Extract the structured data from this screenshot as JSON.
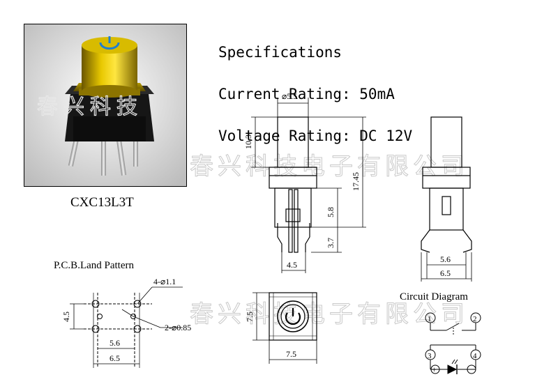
{
  "specs": {
    "title": "Specifications",
    "current": "Current Rating: 50mA",
    "voltage": "Voltage Rating: DC 12V"
  },
  "product": {
    "model": "CXC13L3T",
    "photo_watermark": "春兴科技"
  },
  "watermark": "春兴科技电子有限公司",
  "side_view": {
    "dia_top": "⌀5.5",
    "h_cap": "10.3",
    "h_total": "17.45",
    "h_pin_upper": "5.8",
    "h_pin_lower": "3.7",
    "w_base": "4.5"
  },
  "front_view": {
    "w_inner": "5.6",
    "w_outer": "6.5"
  },
  "pcb": {
    "title": "P.C.B.Land Pattern",
    "holes_large": "4-⌀1.1",
    "holes_small": "2-⌀0.85",
    "h": "4.5",
    "w_inner": "5.6",
    "w_outer": "6.5"
  },
  "top_view": {
    "h": "7.5",
    "w": "7.5"
  },
  "circuit": {
    "title": "Circuit Diagram",
    "pin1": "1",
    "pin2": "2",
    "pin3": "3",
    "pin4": "4",
    "plus": "+",
    "minus": "−"
  },
  "colors": {
    "cap_yellow": "#e5c300",
    "power_blue": "#1f7fd0",
    "housing": "#151515",
    "pins": "#c8c8c8"
  }
}
